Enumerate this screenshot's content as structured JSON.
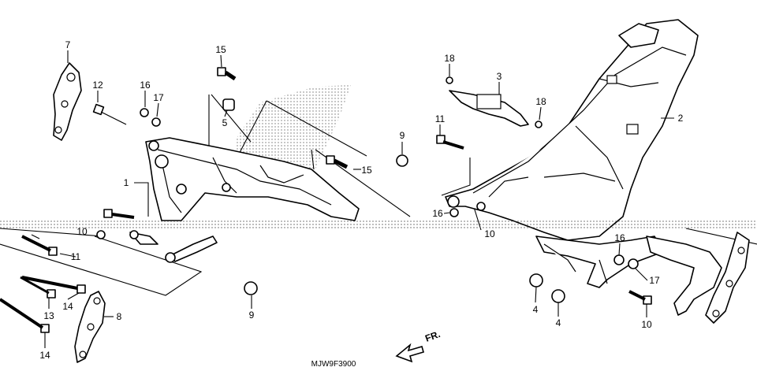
{
  "diagram": {
    "code": "MJW9F3900",
    "direction_label": "FR.",
    "callouts": [
      {
        "id": "c7a",
        "text": "7"
      },
      {
        "id": "c12",
        "text": "12"
      },
      {
        "id": "c16a",
        "text": "16"
      },
      {
        "id": "c17a",
        "text": "17"
      },
      {
        "id": "c15a",
        "text": "15"
      },
      {
        "id": "c5",
        "text": "5"
      },
      {
        "id": "c1",
        "text": "1"
      },
      {
        "id": "c15b",
        "text": "15"
      },
      {
        "id": "c9a",
        "text": "9"
      },
      {
        "id": "c18a",
        "text": "18"
      },
      {
        "id": "c3",
        "text": "3"
      },
      {
        "id": "c18b",
        "text": "18"
      },
      {
        "id": "c11a",
        "text": "11"
      },
      {
        "id": "c2",
        "text": "2"
      },
      {
        "id": "c16b",
        "text": "16"
      },
      {
        "id": "c10a",
        "text": "10"
      },
      {
        "id": "c10b",
        "text": "10"
      },
      {
        "id": "c11b",
        "text": "11"
      },
      {
        "id": "c14a",
        "text": "14"
      },
      {
        "id": "c13",
        "text": "13"
      },
      {
        "id": "c8",
        "text": "8"
      },
      {
        "id": "c14b",
        "text": "14"
      },
      {
        "id": "c9b",
        "text": "9"
      },
      {
        "id": "c4a",
        "text": "4"
      },
      {
        "id": "c4b",
        "text": "4"
      },
      {
        "id": "c16c",
        "text": "16"
      },
      {
        "id": "c17b",
        "text": "17"
      },
      {
        "id": "c10c",
        "text": "10"
      }
    ]
  }
}
